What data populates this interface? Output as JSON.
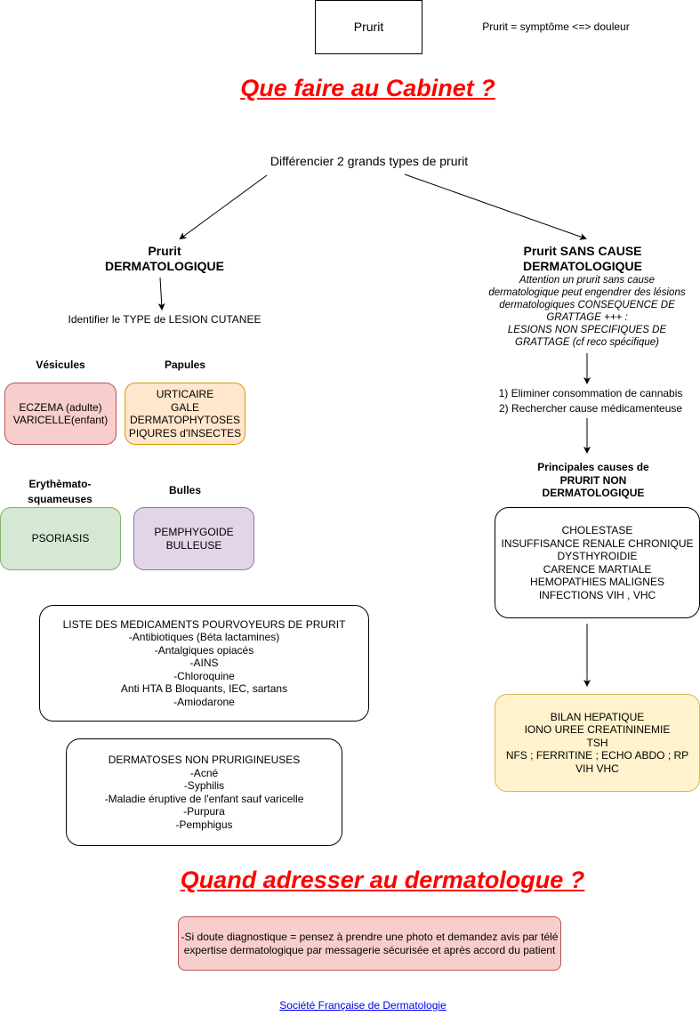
{
  "top": {
    "pruritBox": "Prurit",
    "definition": "Prurit = symptôme <=> douleur"
  },
  "heading1": "Que faire au Cabinet ?",
  "differentiate": "Différencier 2 grands types de prurit",
  "left": {
    "title": [
      "Prurit",
      "DERMATOLOGIQUE"
    ],
    "identify": "Identifier le TYPE de LESION CUTANEE",
    "vesicules": {
      "label": "Vésicules",
      "items": [
        "ECZEMA (adulte)",
        "VARICELLE(enfant)"
      ]
    },
    "papules": {
      "label": "Papules",
      "items": [
        "URTICAIRE",
        "GALE",
        "DERMATOPHYTOSES",
        "PIQURES d'INSECTES"
      ]
    },
    "erythemato": {
      "label": [
        "Erythèmato-",
        "squameuses"
      ],
      "items": [
        "PSORIASIS"
      ]
    },
    "bulles": {
      "label": "Bulles",
      "items": [
        "PEMPHYGOIDE",
        "BULLEUSE"
      ]
    },
    "medicaments": {
      "lines": [
        "LISTE DES MEDICAMENTS POURVOYEURS DE PRURIT",
        "-Antibiotiques (Béta lactamines)",
        "-Antalgiques opiacés",
        "-AINS",
        "-Chloroquine",
        "Anti HTA B Bloquants, IEC, sartans",
        "-Amiodarone"
      ]
    },
    "dermatoses": {
      "lines": [
        "DERMATOSES NON PRURIGINEUSES",
        "-Acné",
        "-Syphilis",
        "-Maladie éruptive de l'enfant sauf varicelle",
        "-Purpura",
        "-Pemphigus"
      ]
    }
  },
  "right": {
    "title": [
      "Prurit SANS CAUSE",
      "DERMATOLOGIQUE"
    ],
    "attention": [
      "Attention un prurit sans cause",
      "dermatologique peut engendrer des lésions",
      "dermatologiques CONSEQUENCE DE",
      "GRATTAGE +++ :",
      "LESIONS NON SPECIFIQUES  DE",
      "GRATTAGE (cf reco spécifique)"
    ],
    "steps": [
      "1) Eliminer consommation de cannabis",
      "2) Rechercher cause médicamenteuse"
    ],
    "causesTitle": [
      "Principales causes de",
      "PRURIT NON",
      "DERMATOLOGIQUE"
    ],
    "causes": [
      "CHOLESTASE",
      "INSUFFISANCE RENALE CHRONIQUE",
      "DYSTHYROIDIE",
      "CARENCE MARTIALE",
      "HEMOPATHIES MALIGNES",
      "INFECTIONS VIH , VHC"
    ],
    "bilan": [
      "BILAN HEPATIQUE",
      "IONO UREE CREATININEMIE",
      "TSH",
      "NFS ; FERRITINE ; ECHO ABDO ;  RP",
      "VIH VHC"
    ]
  },
  "heading2": "Quand adresser au dermatologue ?",
  "advice": [
    "-Si doute diagnostique = pensez à prendre une photo et demandez avis par télé",
    "expertise dermatologique par messagerie sécurisée et après accord du patient"
  ],
  "footerLink": "Société Française de Dermatologie"
}
